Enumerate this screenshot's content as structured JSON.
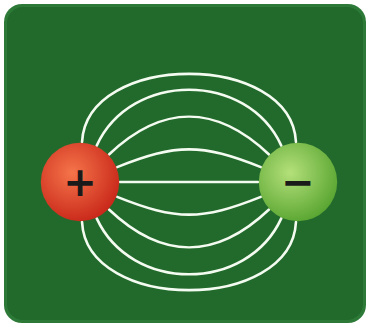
{
  "diagram": {
    "nodes": [
      {
        "text": [
          "+"
        ]
      },
      {
        "text": [
          "−"
        ]
      }
    ],
    "edges": [
      {
        "from": 0,
        "to": 1,
        "arrow": "none"
      },
      {
        "from": 0,
        "to": 1,
        "arrow": "none"
      },
      {
        "from": 0,
        "to": 1,
        "arrow": "none"
      },
      {
        "from": 0,
        "to": 1,
        "arrow": "none"
      },
      {
        "from": 0,
        "to": 1,
        "arrow": "none"
      },
      {
        "from": 0,
        "to": 1,
        "arrow": "none"
      },
      {
        "from": 0,
        "to": 1,
        "arrow": "none"
      },
      {
        "from": 0,
        "to": 1,
        "arrow": "none"
      },
      {
        "from": 0,
        "to": 1,
        "arrow": "none"
      }
    ]
  }
}
